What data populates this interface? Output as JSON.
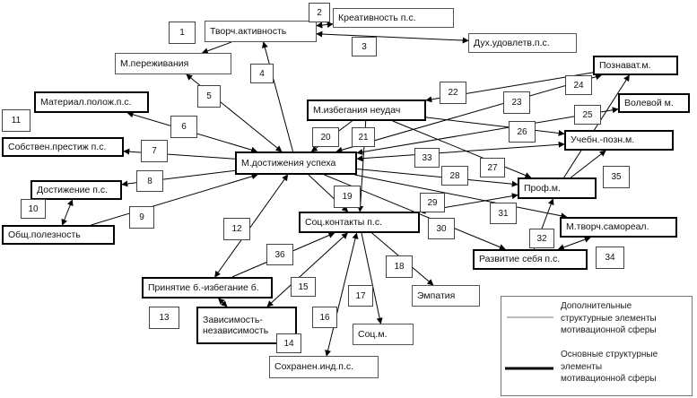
{
  "nodes": [
    {
      "id": "tvorch",
      "label": "Творч.активность",
      "kind": "thin"
    },
    {
      "id": "kreativ",
      "label": "Креативность п.с.",
      "kind": "thin"
    },
    {
      "id": "dukh",
      "label": "Дух.удовлетв.п.с.",
      "kind": "thin"
    },
    {
      "id": "perezh",
      "label": "М.переживания",
      "kind": "thin"
    },
    {
      "id": "material",
      "label": "Материал.полож.п.с.",
      "kind": "thick"
    },
    {
      "id": "sobstv",
      "label": "Собствен.престиж п.с.",
      "kind": "thick"
    },
    {
      "id": "dostizh",
      "label": "Достижение п.с.",
      "kind": "thick"
    },
    {
      "id": "obshch",
      "label": "Общ.полезность",
      "kind": "thick"
    },
    {
      "id": "izbeg",
      "label": "М.избегания неудач",
      "kind": "thick"
    },
    {
      "id": "main",
      "label": "М.достижения успеха",
      "kind": "thick"
    },
    {
      "id": "soc",
      "label": "Соц.контакты п.с.",
      "kind": "thick"
    },
    {
      "id": "poznav",
      "label": "Познават.м.",
      "kind": "thick"
    },
    {
      "id": "volevoy",
      "label": "Волевой м.",
      "kind": "thick"
    },
    {
      "id": "ucheb",
      "label": "Учебн.-позн.м.",
      "kind": "thick"
    },
    {
      "id": "prof",
      "label": "Проф.м.",
      "kind": "thick"
    },
    {
      "id": "mtvor",
      "label": "М.творч.самореал.",
      "kind": "thick"
    },
    {
      "id": "razv",
      "label": "Развитие себя п.с.",
      "kind": "thick"
    },
    {
      "id": "prin",
      "label": "Принятие б.-избегание б.",
      "kind": "thick"
    },
    {
      "id": "zavis",
      "label": "Зависимость-\nнезависимость",
      "kind": "thick"
    },
    {
      "id": "sokhr",
      "label": "Сохранен.инд.п.с.",
      "kind": "thin"
    },
    {
      "id": "empat",
      "label": "Эмпатия",
      "kind": "thin"
    },
    {
      "id": "socm",
      "label": "Соц.м.",
      "kind": "thin"
    }
  ],
  "edge_numbers": [
    "1",
    "2",
    "3",
    "4",
    "5",
    "6",
    "7",
    "8",
    "9",
    "10",
    "11",
    "12",
    "13",
    "14",
    "15",
    "16",
    "17",
    "18",
    "19",
    "20",
    "21",
    "22",
    "23",
    "24",
    "25",
    "26",
    "27",
    "28",
    "29",
    "30",
    "31",
    "32",
    "33",
    "34",
    "35",
    "36"
  ],
  "edges": [
    {
      "from": "tvorch",
      "to": "perezh",
      "arrow": "end"
    },
    {
      "from": "tvorch",
      "to": "kreativ",
      "arrow": "both"
    },
    {
      "from": "tvorch",
      "to": "dukh",
      "arrow": "both"
    },
    {
      "from": "tvorch",
      "to": "main",
      "arrow": "start"
    },
    {
      "from": "perezh",
      "to": "main",
      "arrow": "both"
    },
    {
      "from": "material",
      "to": "main",
      "arrow": "both"
    },
    {
      "from": "sobstv",
      "to": "main",
      "arrow": "start"
    },
    {
      "from": "dostizh",
      "to": "main",
      "arrow": "start"
    },
    {
      "from": "obshch",
      "to": "main",
      "arrow": "end"
    },
    {
      "from": "dostizh",
      "to": "obshch",
      "arrow": "both"
    },
    {
      "from": "izbeg",
      "to": "main",
      "arrow": "end"
    },
    {
      "from": "izbeg",
      "to": "soc",
      "arrow": "end"
    },
    {
      "from": "main",
      "to": "soc",
      "arrow": "end"
    },
    {
      "from": "main",
      "to": "poznav",
      "arrow": "both"
    },
    {
      "from": "main",
      "to": "volevoy",
      "arrow": "both"
    },
    {
      "from": "main",
      "to": "ucheb",
      "arrow": "both"
    },
    {
      "from": "main",
      "to": "prof",
      "arrow": "end"
    },
    {
      "from": "main",
      "to": "mtvor",
      "arrow": "end"
    },
    {
      "from": "main",
      "to": "razv",
      "arrow": "end"
    },
    {
      "from": "izbeg",
      "to": "poznav",
      "arrow": "start"
    },
    {
      "from": "izbeg",
      "to": "prof",
      "arrow": "end"
    },
    {
      "from": "poznav",
      "to": "prof",
      "arrow": "start"
    },
    {
      "from": "izbeg",
      "to": "ucheb",
      "arrow": "end"
    },
    {
      "from": "prof",
      "to": "ucheb",
      "arrow": "end"
    },
    {
      "from": "prof",
      "to": "soc",
      "arrow": "both"
    },
    {
      "from": "prof",
      "to": "razv",
      "arrow": "start"
    },
    {
      "from": "razv",
      "to": "mtvor",
      "arrow": "both"
    },
    {
      "from": "prin",
      "to": "main",
      "arrow": "both"
    },
    {
      "from": "prin",
      "to": "soc",
      "arrow": "end"
    },
    {
      "from": "prin",
      "to": "zavis",
      "arrow": "both"
    },
    {
      "from": "soc",
      "to": "zavis",
      "arrow": "both"
    },
    {
      "from": "soc",
      "to": "sokhr",
      "arrow": "both"
    },
    {
      "from": "soc",
      "to": "socm",
      "arrow": "end"
    },
    {
      "from": "soc",
      "to": "empat",
      "arrow": "end"
    }
  ],
  "legend": {
    "thin_text": "Дополнительные\nструктурные элементы\nмотивационной сферы",
    "thick_text": "Основные структурные\nэлементы\nмотивационной сферы"
  }
}
